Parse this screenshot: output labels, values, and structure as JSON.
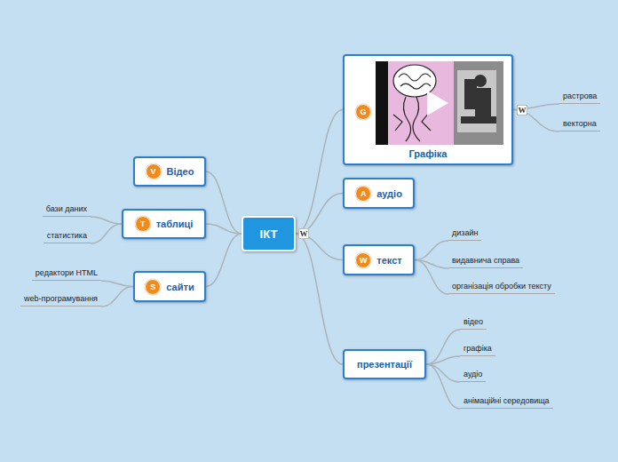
{
  "diagram": {
    "nodes": [
      {
        "text": [
          "ІКТ"
        ]
      },
      {
        "text": [
          "V",
          "Відео"
        ]
      },
      {
        "text": [
          "T",
          "таблиці"
        ]
      },
      {
        "text": [
          "бази даних"
        ]
      },
      {
        "text": [
          "статистика"
        ]
      },
      {
        "text": [
          "S",
          "сайти"
        ]
      },
      {
        "text": [
          "редактори HTML"
        ]
      },
      {
        "text": [
          "web-програмування"
        ]
      },
      {
        "text": [
          "G",
          "Графіка"
        ]
      },
      {
        "text": [
          "растрова"
        ]
      },
      {
        "text": [
          "векторна"
        ]
      },
      {
        "text": [
          "A",
          "аудіо"
        ]
      },
      {
        "text": [
          "W",
          "текст"
        ]
      },
      {
        "text": [
          "дизайн"
        ]
      },
      {
        "text": [
          "видавнича справа"
        ]
      },
      {
        "text": [
          "організація обробки тексту"
        ]
      },
      {
        "text": [
          "презентації"
        ]
      },
      {
        "text": [
          "відео"
        ]
      },
      {
        "text": [
          "графіка"
        ]
      },
      {
        "text": [
          "аудіо"
        ]
      },
      {
        "text": [
          "анімаційні середовища"
        ]
      }
    ],
    "edges": [
      {
        "from": 0,
        "to": 1,
        "arrow": "none"
      },
      {
        "from": 0,
        "to": 2,
        "arrow": "none"
      },
      {
        "from": 2,
        "to": 3,
        "arrow": "none"
      },
      {
        "from": 2,
        "to": 4,
        "arrow": "none"
      },
      {
        "from": 0,
        "to": 5,
        "arrow": "none"
      },
      {
        "from": 5,
        "to": 6,
        "arrow": "none"
      },
      {
        "from": 5,
        "to": 7,
        "arrow": "none"
      },
      {
        "from": 0,
        "to": 8,
        "arrow": "none"
      },
      {
        "from": 8,
        "to": 9,
        "arrow": "none"
      },
      {
        "from": 8,
        "to": 10,
        "arrow": "none"
      },
      {
        "from": 0,
        "to": 11,
        "arrow": "none"
      },
      {
        "from": 0,
        "to": 12,
        "arrow": "none"
      },
      {
        "from": 12,
        "to": 13,
        "arrow": "none"
      },
      {
        "from": 12,
        "to": 14,
        "arrow": "none"
      },
      {
        "from": 12,
        "to": 15,
        "arrow": "none"
      },
      {
        "from": 0,
        "to": 16,
        "arrow": "none"
      },
      {
        "from": 16,
        "to": 17,
        "arrow": "none"
      },
      {
        "from": 16,
        "to": 18,
        "arrow": "none"
      },
      {
        "from": 16,
        "to": 19,
        "arrow": "none"
      },
      {
        "from": 16,
        "to": 20,
        "arrow": "none"
      }
    ],
    "labels": [
      "W",
      "W"
    ]
  }
}
